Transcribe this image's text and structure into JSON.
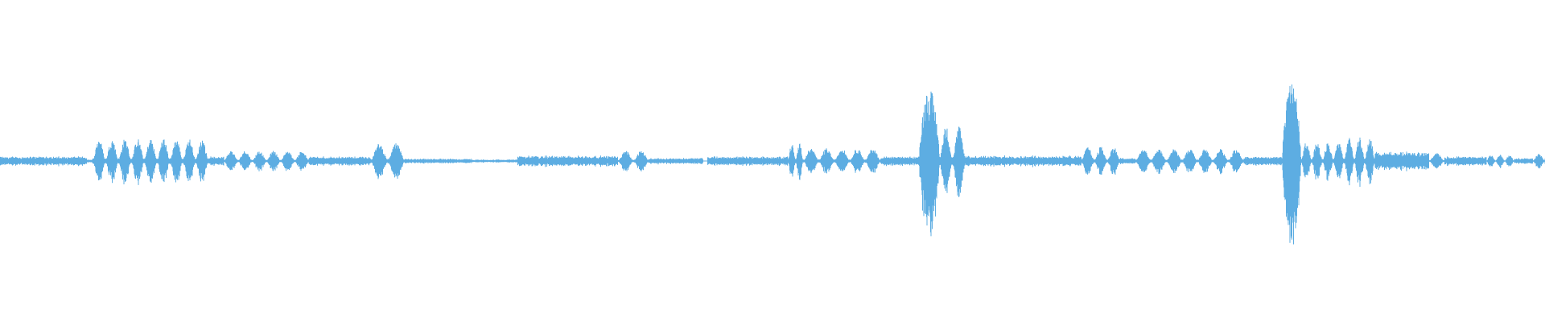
{
  "waveform": {
    "color": "#5dade2",
    "background": "#ffffff",
    "time_start": 0,
    "time_end": 1,
    "envelope_segments": [
      {
        "t": [
          0.0,
          0.056
        ],
        "amp": 0.03,
        "shape": "noise"
      },
      {
        "t": [
          0.056,
          0.06
        ],
        "amp": 0.01,
        "shape": "noise"
      },
      {
        "t": [
          0.06,
          0.135
        ],
        "amp": 0.14,
        "shape": "bursts",
        "bursts": 9
      },
      {
        "t": [
          0.135,
          0.145
        ],
        "amp": 0.03,
        "shape": "noise"
      },
      {
        "t": [
          0.145,
          0.2
        ],
        "amp": 0.065,
        "shape": "bursts",
        "bursts": 6
      },
      {
        "t": [
          0.2,
          0.24
        ],
        "amp": 0.03,
        "shape": "noise"
      },
      {
        "t": [
          0.24,
          0.262
        ],
        "amp": 0.11,
        "shape": "bursts",
        "bursts": 2
      },
      {
        "t": [
          0.262,
          0.305
        ],
        "amp": 0.015,
        "shape": "noise"
      },
      {
        "t": [
          0.305,
          0.335
        ],
        "amp": 0.01,
        "shape": "noise"
      },
      {
        "t": [
          0.335,
          0.4
        ],
        "amp": 0.035,
        "shape": "noise"
      },
      {
        "t": [
          0.4,
          0.42
        ],
        "amp": 0.065,
        "shape": "bursts",
        "bursts": 2
      },
      {
        "t": [
          0.42,
          0.455
        ],
        "amp": 0.02,
        "shape": "noise"
      },
      {
        "t": [
          0.455,
          0.458
        ],
        "amp": 0.002,
        "shape": "noise"
      },
      {
        "t": [
          0.458,
          0.51
        ],
        "amp": 0.03,
        "shape": "noise"
      },
      {
        "t": [
          0.51,
          0.52
        ],
        "amp": 0.11,
        "shape": "bursts",
        "bursts": 2
      },
      {
        "t": [
          0.52,
          0.57
        ],
        "amp": 0.08,
        "shape": "bursts",
        "bursts": 5
      },
      {
        "t": [
          0.57,
          0.595
        ],
        "amp": 0.03,
        "shape": "noise"
      },
      {
        "t": [
          0.595,
          0.608
        ],
        "amp": 0.45,
        "shape": "spike"
      },
      {
        "t": [
          0.608,
          0.625
        ],
        "amp": 0.22,
        "shape": "bursts",
        "bursts": 2
      },
      {
        "t": [
          0.625,
          0.7
        ],
        "amp": 0.035,
        "shape": "noise"
      },
      {
        "t": [
          0.7,
          0.725
        ],
        "amp": 0.09,
        "shape": "bursts",
        "bursts": 3
      },
      {
        "t": [
          0.725,
          0.735
        ],
        "amp": 0.02,
        "shape": "noise"
      },
      {
        "t": [
          0.735,
          0.805
        ],
        "amp": 0.075,
        "shape": "bursts",
        "bursts": 7
      },
      {
        "t": [
          0.805,
          0.83
        ],
        "amp": 0.03,
        "shape": "noise"
      },
      {
        "t": [
          0.83,
          0.842
        ],
        "amp": 0.48,
        "shape": "spike"
      },
      {
        "t": [
          0.842,
          0.87
        ],
        "amp": 0.12,
        "shape": "bursts",
        "bursts": 4
      },
      {
        "t": [
          0.87,
          0.89
        ],
        "amp": 0.15,
        "shape": "bursts",
        "bursts": 3
      },
      {
        "t": [
          0.89,
          0.925
        ],
        "amp": 0.06,
        "shape": "noise"
      },
      {
        "t": [
          0.925,
          0.935
        ],
        "amp": 0.05,
        "shape": "bursts",
        "bursts": 1
      },
      {
        "t": [
          0.935,
          0.962
        ],
        "amp": 0.03,
        "shape": "noise"
      },
      {
        "t": [
          0.962,
          0.98
        ],
        "amp": 0.04,
        "shape": "bursts",
        "bursts": 3
      },
      {
        "t": [
          0.98,
          0.992
        ],
        "amp": 0.02,
        "shape": "noise"
      },
      {
        "t": [
          0.992,
          1.0
        ],
        "amp": 0.045,
        "shape": "bursts",
        "bursts": 1
      }
    ]
  }
}
